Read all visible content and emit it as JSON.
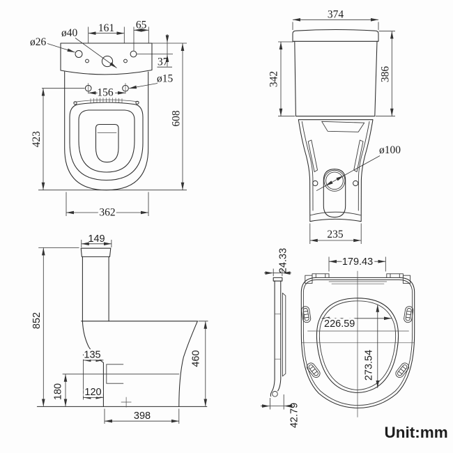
{
  "unit_label": "Unit:mm",
  "views": {
    "plan": {
      "title": "toilet-top-plan-view",
      "dims": {
        "phi26": "ø26",
        "phi40": "ø40",
        "w161": "161",
        "w65": "65",
        "h37": "37",
        "phi15": "ø15",
        "w156": "156",
        "h423": "423",
        "h608": "608",
        "w362": "362"
      }
    },
    "rear": {
      "title": "toilet-rear-view",
      "dims": {
        "w374": "374",
        "h342": "342",
        "h386": "386",
        "phi100": "ø100",
        "w235": "235"
      }
    },
    "side": {
      "title": "toilet-side-view",
      "dims": {
        "w149": "149",
        "h852": "852",
        "w135": "135",
        "w120": "120",
        "h180": "180",
        "w398": "398",
        "h460": "460"
      }
    },
    "seat": {
      "title": "toilet-seat-views",
      "dims": {
        "t24": "24.33",
        "w179": "179.43",
        "w226": "226.59",
        "h273": "273.54",
        "t42": "42.79"
      }
    }
  }
}
